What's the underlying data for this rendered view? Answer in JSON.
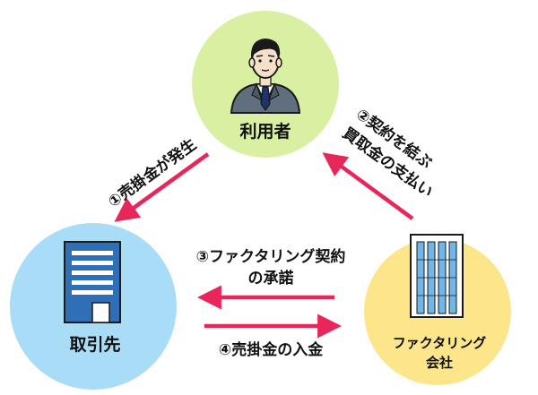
{
  "colors": {
    "user_circle": "#d9f0a3",
    "client_circle": "#a9dcf7",
    "factoring_circle": "#fde58a",
    "arrow": "#e8265a",
    "outline": "#1a1a1a"
  },
  "nodes": {
    "user": {
      "label": "利用者",
      "icon": "businessman-icon"
    },
    "client": {
      "label": "取引先",
      "icon": "building-icon"
    },
    "factoring": {
      "label_line1": "ファクタリング",
      "label_line2": "会社",
      "icon": "office-tower-icon"
    }
  },
  "edges": {
    "step1": {
      "label": "①売掛金が発生",
      "direction": "user-to-client"
    },
    "step2": {
      "label_line1": "②契約を結ぶ",
      "label_line2": "買取金の支払い",
      "direction": "factoring-to-user"
    },
    "step3": {
      "label_line1": "③ファクタリング契約",
      "label_line2": "の承諾",
      "direction": "factoring-to-client"
    },
    "step4": {
      "label": "④売掛金の入金",
      "direction": "client-to-factoring"
    }
  }
}
